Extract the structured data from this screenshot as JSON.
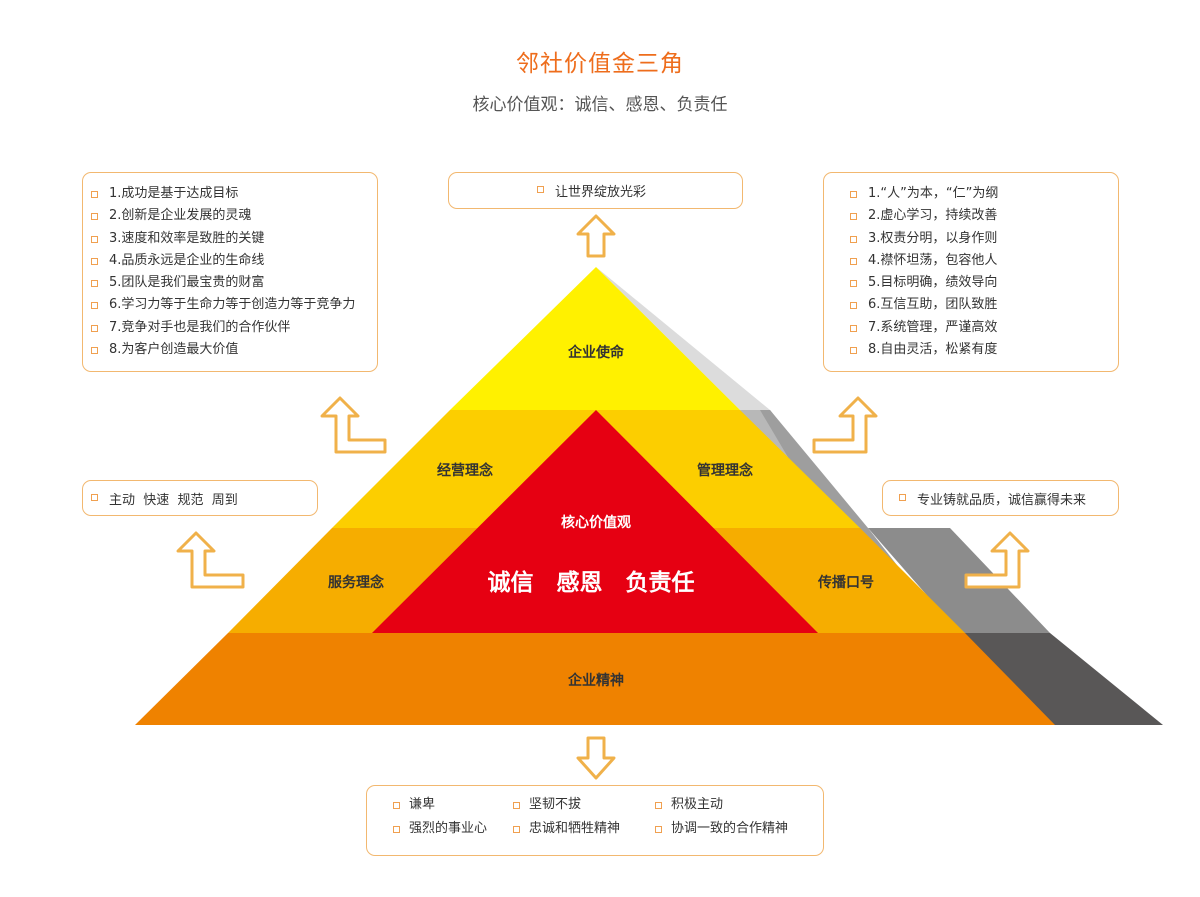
{
  "title": "邻社价值金三角",
  "subtitle": "核心价值观：诚信、感恩、负责任",
  "pyramid": {
    "top": "企业使命",
    "row2_left": "经营理念",
    "row2_right": "管理理念",
    "row3_left": "服务理念",
    "row3_right": "传播口号",
    "center_title": "核心价值观",
    "center_main": "诚信　感恩　负责任",
    "bottom": "企业精神"
  },
  "mission_box": {
    "text": "让世界绽放光彩"
  },
  "business_box": {
    "items": [
      "1.成功是基于达成目标",
      "2.创新是企业发展的灵魂",
      "3.速度和效率是致胜的关键",
      "4.品质永远是企业的生命线",
      "5.团队是我们最宝贵的财富",
      "6.学习力等于生命力等于创造力等于竞争力",
      "7.竞争对手也是我们的合作伙伴",
      "8.为客户创造最大价值"
    ]
  },
  "management_box": {
    "items": [
      "1.“人”为本，“仁”为纲",
      "2.虚心学习，持续改善",
      "3.权责分明，以身作则",
      "4.襟怀坦荡，包容他人",
      "5.目标明确，绩效导向",
      "6.互信互助，团队致胜",
      "7.系统管理，严谨高效",
      "8.自由灵活，松紧有度"
    ]
  },
  "service_box": {
    "text": "主动  快速  规范  周到"
  },
  "slogan_box": {
    "text": "专业铸就品质，诚信赢得未来"
  },
  "spirit_box": {
    "items": [
      "谦卑",
      "坚韧不拔",
      "积极主动",
      "强烈的事业心",
      "忠诚和牺牲精神",
      "协调一致的合作精神"
    ]
  },
  "colors": {
    "title": "#ee6d1c",
    "top_yellow": "#fff100",
    "mid_yellow": "#fcce00",
    "orange_light": "#f6ad00",
    "orange_dark": "#ef8200",
    "core_red": "#e60012",
    "box_border": "#f2b870",
    "arrow": "#f0b14a"
  },
  "icons": [
    "up-arrow-icon",
    "bent-up-arrow-icon",
    "down-arrow-icon",
    "bullet-square-icon"
  ]
}
